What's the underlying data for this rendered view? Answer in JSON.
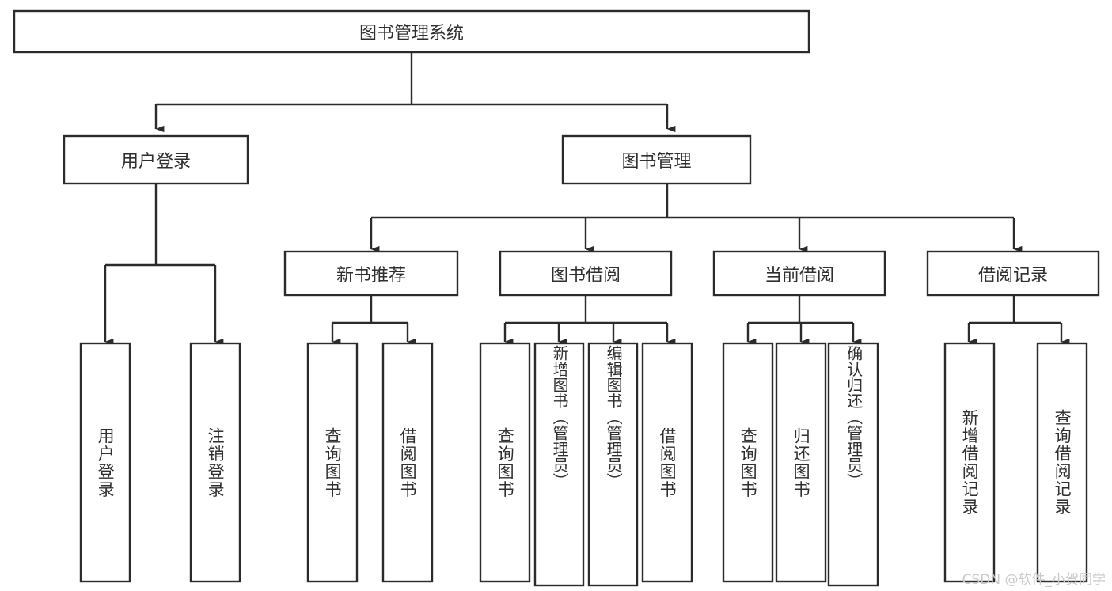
{
  "diagram": {
    "title": "图书管理系统",
    "type": "tree-hierarchy",
    "root": {
      "id": "root",
      "label": "图书管理系统",
      "orientation": "horizontal"
    },
    "level1": [
      {
        "id": "user-login",
        "label": "用户登录",
        "orientation": "horizontal"
      },
      {
        "id": "book-manage",
        "label": "图书管理",
        "orientation": "horizontal"
      }
    ],
    "level2": [
      {
        "id": "new-book-rec",
        "label": "新书推荐",
        "parent": "book-manage",
        "orientation": "horizontal"
      },
      {
        "id": "book-borrow",
        "label": "图书借阅",
        "parent": "book-manage",
        "orientation": "horizontal"
      },
      {
        "id": "current-borrow",
        "label": "当前借阅",
        "parent": "book-manage",
        "orientation": "horizontal"
      },
      {
        "id": "borrow-record",
        "label": "借阅记录",
        "parent": "book-manage",
        "orientation": "horizontal"
      }
    ],
    "leaves": [
      {
        "id": "leaf-user-login",
        "label": "用户登录",
        "parent": "user-login",
        "orientation": "vertical",
        "tight": false
      },
      {
        "id": "leaf-logout",
        "label": "注销登录",
        "parent": "user-login",
        "orientation": "vertical",
        "tight": false
      },
      {
        "id": "leaf-query-book-1",
        "label": "查询图书",
        "parent": "new-book-rec",
        "orientation": "vertical",
        "tight": false
      },
      {
        "id": "leaf-borrow-book-1",
        "label": "借阅图书",
        "parent": "new-book-rec",
        "orientation": "vertical",
        "tight": false
      },
      {
        "id": "leaf-query-book-2",
        "label": "查询图书",
        "parent": "book-borrow",
        "orientation": "vertical",
        "tight": false
      },
      {
        "id": "leaf-add-book-admin",
        "label": "新增图书（管理员）",
        "parent": "book-borrow",
        "orientation": "vertical",
        "tight": true
      },
      {
        "id": "leaf-edit-book-admin",
        "label": "编辑图书（管理员）",
        "parent": "book-borrow",
        "orientation": "vertical",
        "tight": true
      },
      {
        "id": "leaf-borrow-book-2",
        "label": "借阅图书",
        "parent": "book-borrow",
        "orientation": "vertical",
        "tight": false
      },
      {
        "id": "leaf-query-book-3",
        "label": "查询图书",
        "parent": "current-borrow",
        "orientation": "vertical",
        "tight": false
      },
      {
        "id": "leaf-return-book",
        "label": "归还图书",
        "parent": "current-borrow",
        "orientation": "vertical",
        "tight": false
      },
      {
        "id": "leaf-confirm-return-admin",
        "label": "确认归还（管理员）",
        "parent": "current-borrow",
        "orientation": "vertical",
        "tight": true
      },
      {
        "id": "leaf-add-record",
        "label": "新增借阅记录",
        "parent": "borrow-record",
        "orientation": "vertical",
        "tight": false
      },
      {
        "id": "leaf-query-record",
        "label": "查询借阅记录",
        "parent": "borrow-record",
        "orientation": "vertical",
        "tight": false
      }
    ]
  },
  "watermark": {
    "text": "CSDN @软件_小贺同学"
  },
  "colors": {
    "stroke": "#2b2b2b",
    "text": "#2f2f2f",
    "background": "#ffffff",
    "watermark": "#c9c9c9"
  }
}
